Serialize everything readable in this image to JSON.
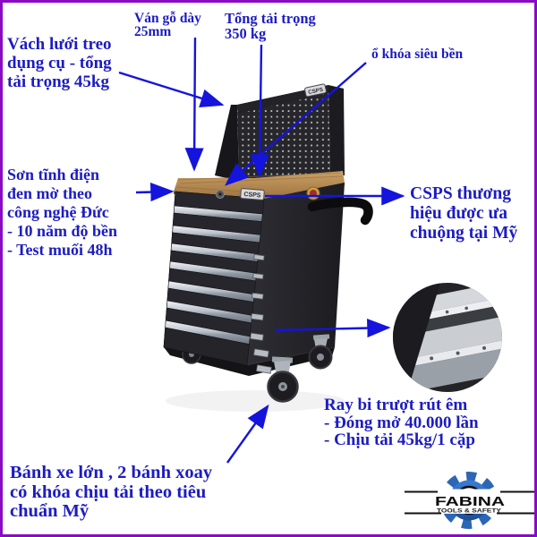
{
  "annotations": {
    "mesh": {
      "lines": [
        "Vách lưới treo",
        "dụng cụ - tổng",
        "tải trọng 45kg"
      ]
    },
    "wood": {
      "lines": [
        "Ván gỗ dày",
        "25mm"
      ]
    },
    "load": {
      "lines": [
        "Tổng tải trọng",
        "350 kg"
      ]
    },
    "lock": {
      "lines": [
        "ổ khóa siêu bền"
      ]
    },
    "paint": {
      "lines": [
        "Sơn tĩnh điện",
        "đen  mờ theo",
        "công nghệ Đức",
        "- 10 năm độ bền",
        "- Test muối 48h"
      ]
    },
    "brand": {
      "lines": [
        "CSPS thương",
        "hiệu được ưa",
        "chuộng tại Mỹ"
      ]
    },
    "slide": {
      "lines": [
        "Ray bi trượt rút êm",
        "- Đóng mở 40.000 lần",
        "- Chịu tải 45kg/1 cặp"
      ]
    },
    "wheel": {
      "lines": [
        "Bánh xe lớn , 2 bánh xoay",
        "có khóa chịu tải theo tiêu",
        "chuẩn Mỹ"
      ]
    }
  },
  "product": {
    "front_plate_label": "CSPS",
    "pegboard_plate_label": "CSPS"
  },
  "logo": {
    "name": "FABINA",
    "tagline": "TOOLS & SAFETY"
  },
  "colors": {
    "border": "#8a0ac4",
    "annotation_text": "#1c1cc2",
    "arrow": "#1414dd",
    "cabinet_body": "#26262b",
    "wood_top": "#b5854e",
    "handle_silver": "#c3cad2",
    "logo_gear_blue": "#2d66b5",
    "sticker_gold": "#caa23a"
  }
}
